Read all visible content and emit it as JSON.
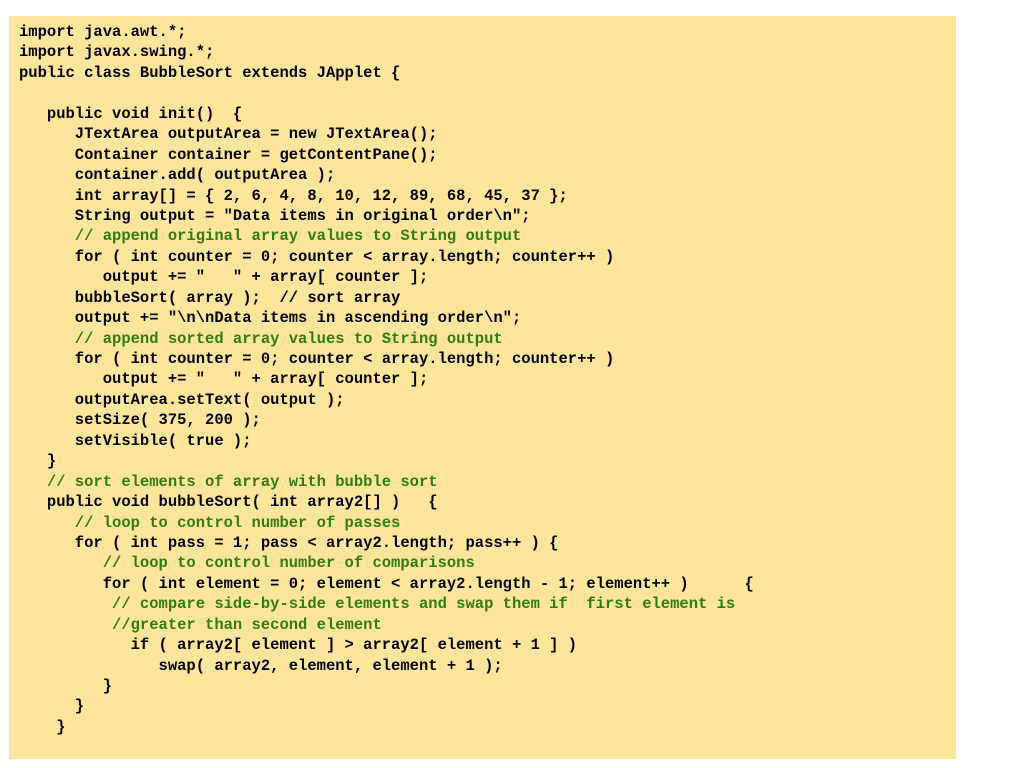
{
  "colors": {
    "background": "#fde59c",
    "code_text": "#000000",
    "comment_text": "#2e7d0e"
  },
  "code": {
    "lines": [
      {
        "text": "import java.awt.*;",
        "kind": "code"
      },
      {
        "text": "import javax.swing.*;",
        "kind": "code"
      },
      {
        "text": "public class BubbleSort extends JApplet {",
        "kind": "code"
      },
      {
        "text": "",
        "kind": "code"
      },
      {
        "text": "   public void init()  {",
        "kind": "code"
      },
      {
        "text": "      JTextArea outputArea = new JTextArea();",
        "kind": "code"
      },
      {
        "text": "      Container container = getContentPane();",
        "kind": "code"
      },
      {
        "text": "      container.add( outputArea );",
        "kind": "code"
      },
      {
        "text": "      int array[] = { 2, 6, 4, 8, 10, 12, 89, 68, 45, 37 };",
        "kind": "code"
      },
      {
        "text": "      String output = \"Data items in original order\\n\";",
        "kind": "code"
      },
      {
        "text": "      // append original array values to String output",
        "kind": "comment"
      },
      {
        "text": "      for ( int counter = 0; counter < array.length; counter++ )",
        "kind": "code"
      },
      {
        "text": "         output += \"   \" + array[ counter ];",
        "kind": "code"
      },
      {
        "text": "      bubbleSort( array );  // sort array",
        "kind": "code"
      },
      {
        "text": "      output += \"\\n\\nData items in ascending order\\n\";",
        "kind": "code"
      },
      {
        "text": "      // append sorted array values to String output",
        "kind": "comment"
      },
      {
        "text": "      for ( int counter = 0; counter < array.length; counter++ )",
        "kind": "code"
      },
      {
        "text": "         output += \"   \" + array[ counter ];",
        "kind": "code"
      },
      {
        "text": "      outputArea.setText( output );",
        "kind": "code"
      },
      {
        "text": "      setSize( 375, 200 );",
        "kind": "code"
      },
      {
        "text": "      setVisible( true );",
        "kind": "code"
      },
      {
        "text": "   }",
        "kind": "code"
      },
      {
        "text": "   // sort elements of array with bubble sort",
        "kind": "comment"
      },
      {
        "text": "   public void bubbleSort( int array2[] )   {",
        "kind": "code"
      },
      {
        "text": "      // loop to control number of passes",
        "kind": "comment"
      },
      {
        "text": "      for ( int pass = 1; pass < array2.length; pass++ ) {",
        "kind": "code"
      },
      {
        "text": "         // loop to control number of comparisons",
        "kind": "comment"
      },
      {
        "text": "         for ( int element = 0; element < array2.length - 1; element++ )      {",
        "kind": "code"
      },
      {
        "text": "          // compare side-by-side elements and swap them if  first element is",
        "kind": "comment"
      },
      {
        "text": "          //greater than second element",
        "kind": "comment"
      },
      {
        "text": "            if ( array2[ element ] > array2[ element + 1 ] )",
        "kind": "code"
      },
      {
        "text": "               swap( array2, element, element + 1 );",
        "kind": "code"
      },
      {
        "text": "         }",
        "kind": "code"
      },
      {
        "text": "      }",
        "kind": "code"
      },
      {
        "text": "    }",
        "kind": "code"
      }
    ]
  }
}
